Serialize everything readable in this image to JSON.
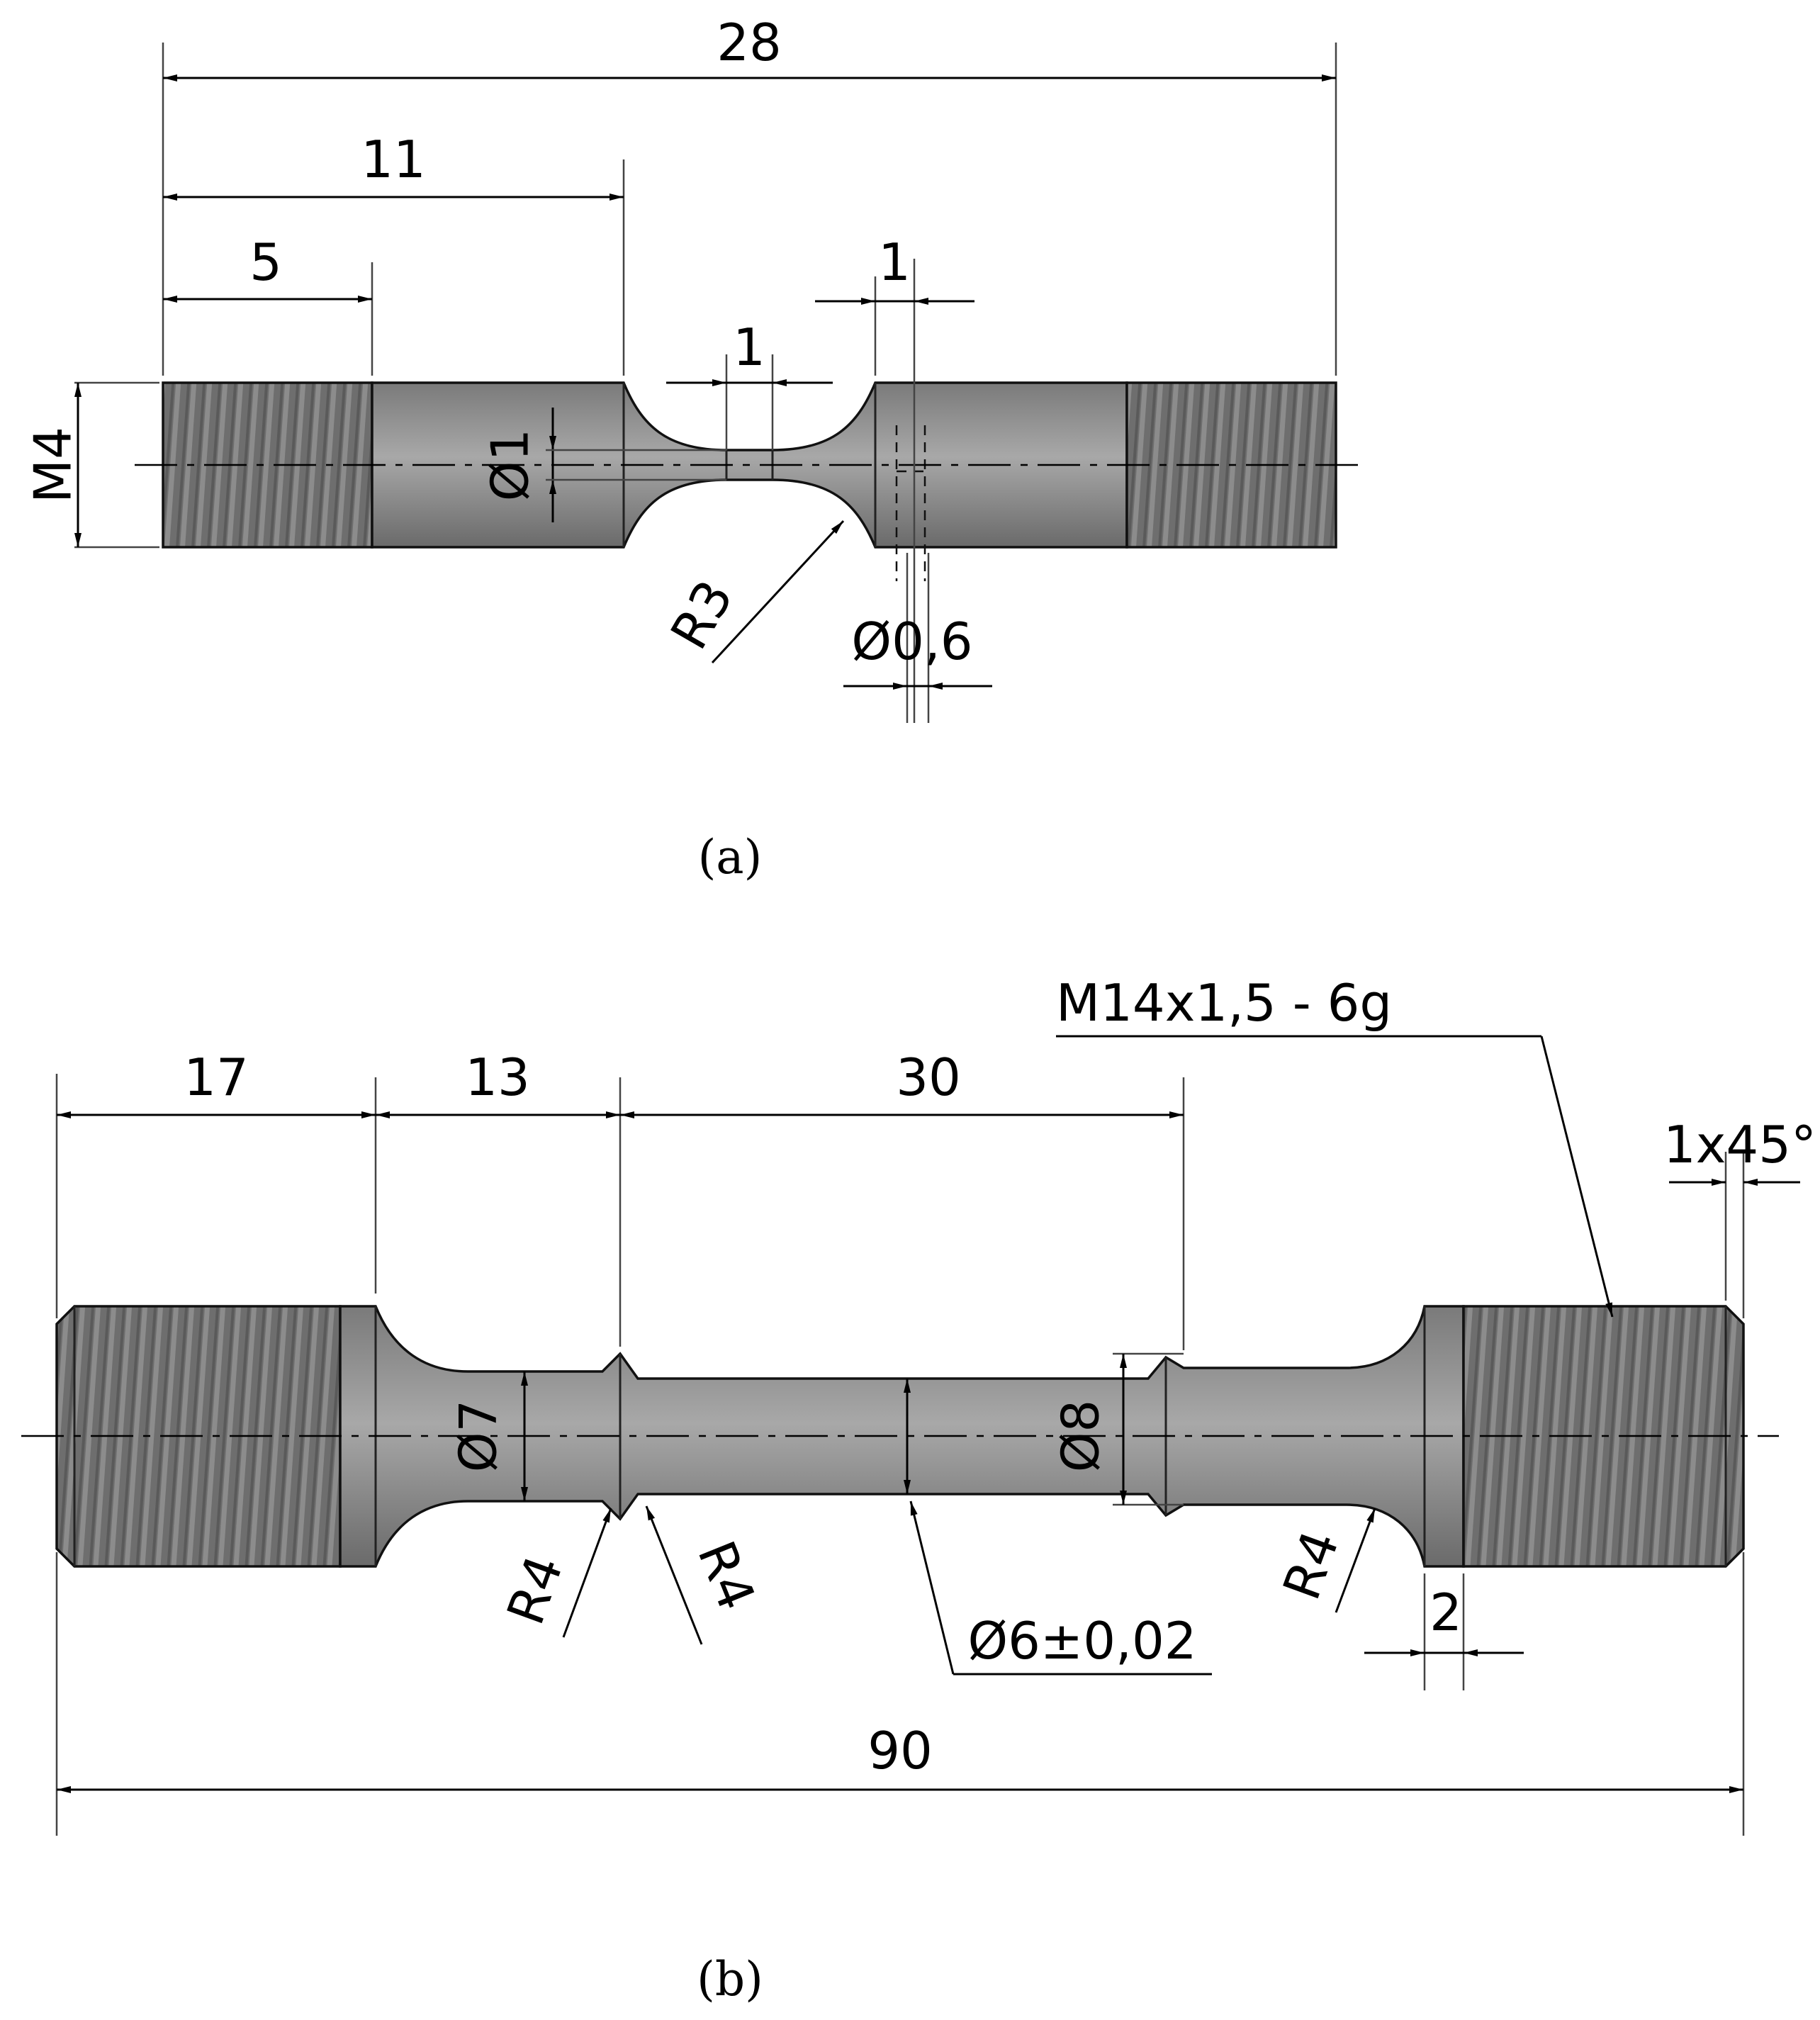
{
  "figure_a": {
    "caption": "(a)",
    "dims": {
      "overall": "28",
      "gauge_start": "11",
      "thread_len": "5",
      "neck_len": "1",
      "shoulder": "1",
      "thread": "M4",
      "neck_dia": "Ø1",
      "radius": "R3",
      "hole_dia": "Ø0,6"
    }
  },
  "figure_b": {
    "caption": "(b)",
    "dims": {
      "thread_len": "17",
      "shoulder_len": "13",
      "gauge_len": "30",
      "thread_spec": "M14x1,5  -  6g",
      "chamfer": "1x45°",
      "dia7": "Ø7",
      "dia8": "Ø8",
      "radius_left": "R4",
      "radius_mid": "R4",
      "radius_right": "R4",
      "gauge_dia": "Ø6±0,02",
      "land": "2",
      "overall": "90"
    }
  }
}
